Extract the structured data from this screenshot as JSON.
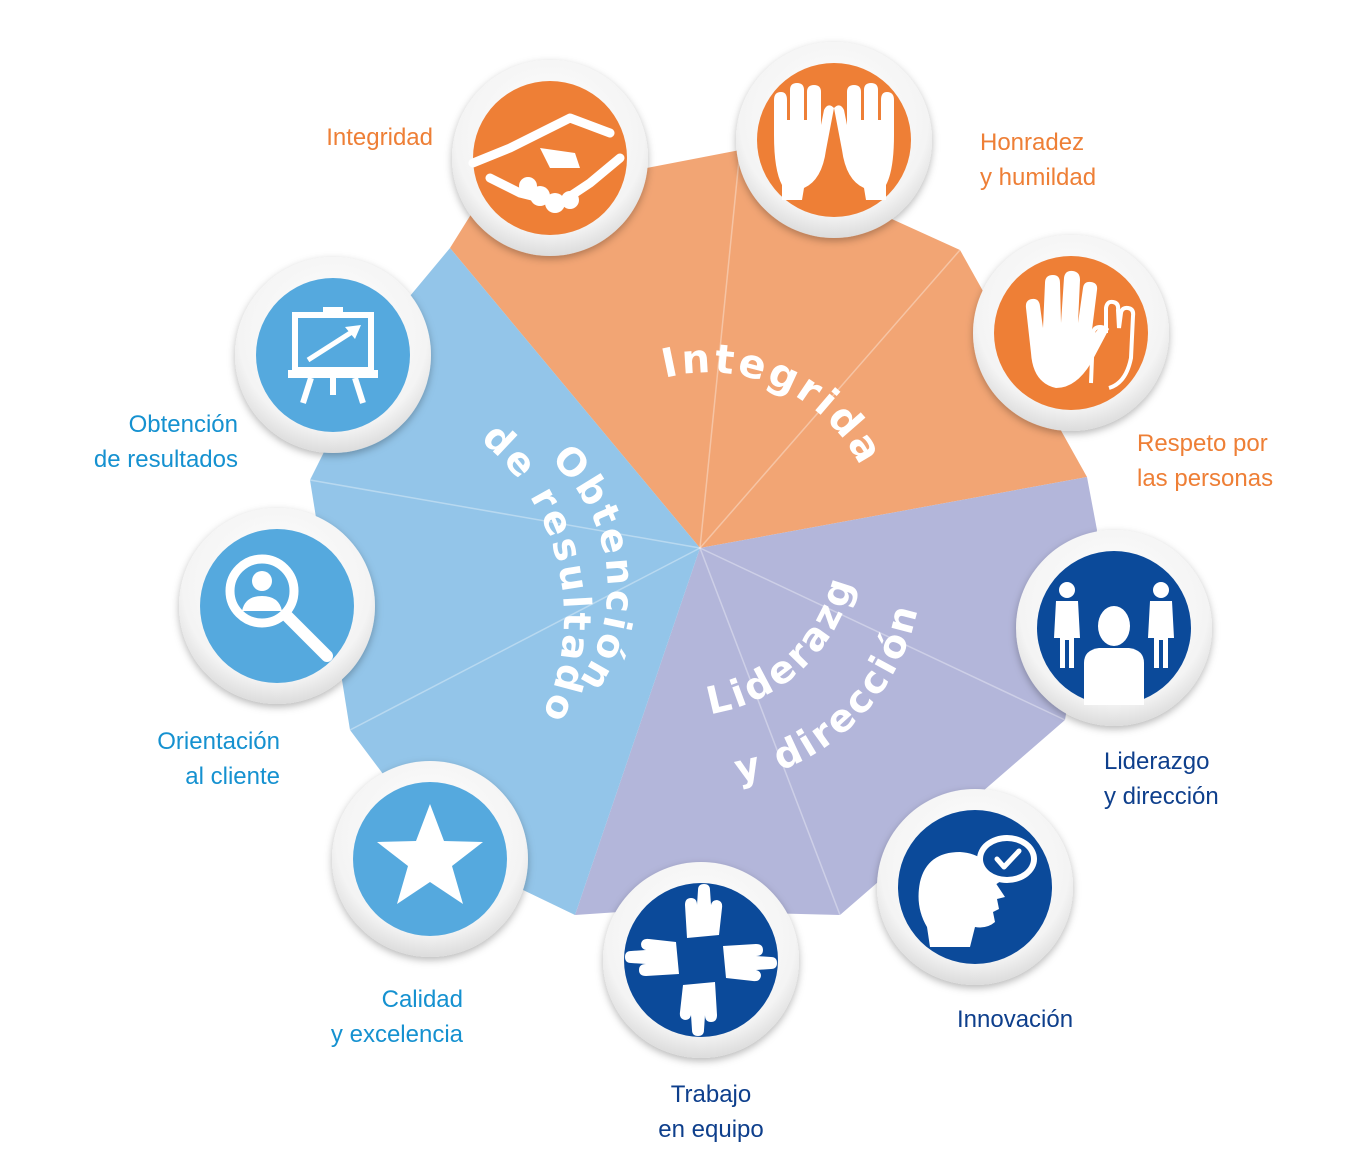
{
  "colors": {
    "integrity_sector": "#F2A574",
    "results_sector": "#93C5E9",
    "leadership_sector": "#B3B6DA",
    "orange": "#EE7F36",
    "light_blue": "#55A9DE",
    "dark_blue": "#0B4A9A",
    "orange_text": "#EE7F36",
    "light_blue_text": "#1591D0",
    "dark_blue_text": "#0E3F8C"
  },
  "groups": {
    "integrity": {
      "title": "Integridad"
    },
    "leadership": {
      "title_line1": "Liderazgo",
      "title_line2": "y dirección"
    },
    "results": {
      "title_line1": "Obtención",
      "title_line2": "de resultados"
    }
  },
  "values": [
    {
      "id": "integridad",
      "line1": "Integridad",
      "line2": "",
      "icon": "handshake-icon"
    },
    {
      "id": "honradez",
      "line1": "Honradez",
      "line2": "y humildad",
      "icon": "open-hands-icon"
    },
    {
      "id": "respeto",
      "line1": "Respeto por",
      "line2": "las personas",
      "icon": "overlapping-hands-icon"
    },
    {
      "id": "liderazgo",
      "line1": "Liderazgo",
      "line2": "y dirección",
      "icon": "leader-group-icon"
    },
    {
      "id": "innovacion",
      "line1": "Innovación",
      "line2": "",
      "icon": "head-idea-icon"
    },
    {
      "id": "trabajo",
      "line1": "Trabajo",
      "line2": "en equipo",
      "icon": "teamwork-hands-icon"
    },
    {
      "id": "calidad",
      "line1": "Calidad",
      "line2": "y excelencia",
      "icon": "star-icon"
    },
    {
      "id": "orientacion",
      "line1": "Orientación",
      "line2": "al cliente",
      "icon": "magnifier-person-icon"
    },
    {
      "id": "obtencion",
      "line1": "Obtención",
      "line2": "de resultados",
      "icon": "presentation-chart-icon"
    }
  ]
}
